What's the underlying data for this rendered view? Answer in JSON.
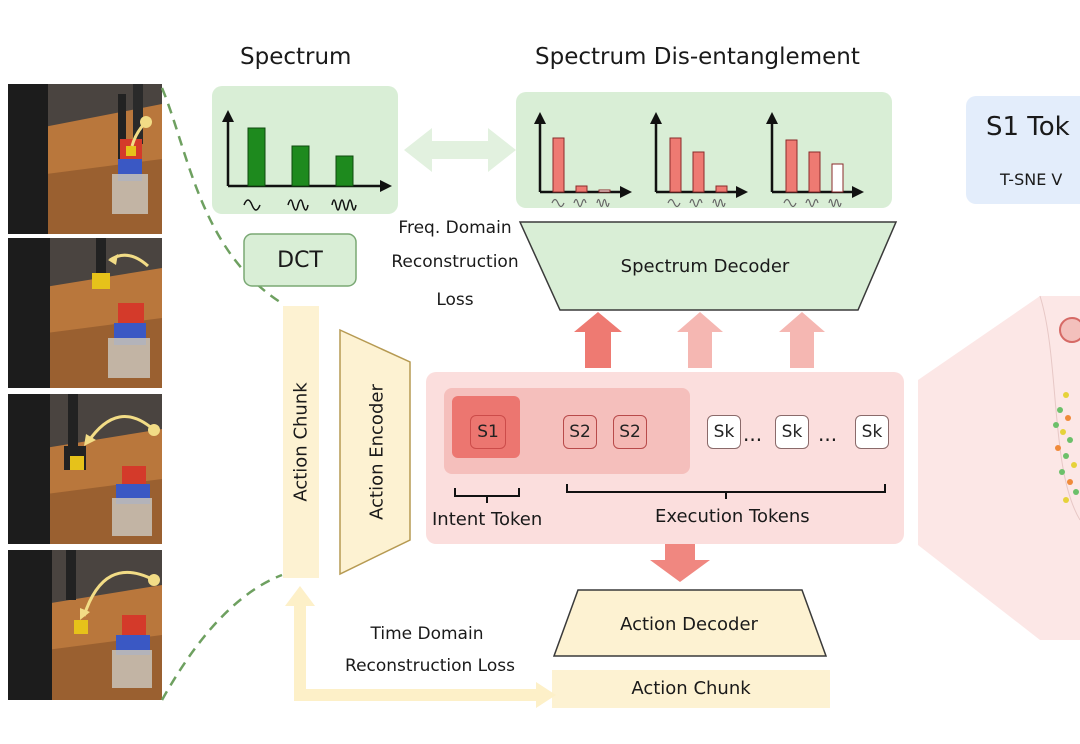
{
  "titles": {
    "spectrum": "Spectrum",
    "disentangle": "Spectrum Dis-entanglement"
  },
  "modules": {
    "dct": "DCT",
    "spectrum_decoder": "Spectrum Decoder",
    "action_encoder": "Action Encoder",
    "action_chunk_vertical": "Action Chunk",
    "action_decoder": "Action Decoder",
    "action_chunk_output": "Action Chunk"
  },
  "losses": {
    "freq": [
      "Freq. Domain",
      "Reconstruction",
      "Loss"
    ],
    "time": [
      "Time Domain",
      "Reconstruction Loss"
    ]
  },
  "tokens": {
    "intent": "S1",
    "execution": [
      "S2",
      "S2",
      "Sk",
      "Sk",
      "Sk"
    ],
    "ellipsis": "...",
    "intent_label": "Intent Token",
    "execution_label": "Execution Tokens"
  },
  "right_panel": {
    "title": "S1 Tok",
    "subtitle": "T-SNE V"
  },
  "colors": {
    "green_panel": "#d9eed6",
    "green_bar": "#1e8a1e",
    "red_bar": "#ee7a72",
    "pink_panel": "#fbdedd",
    "yellow_panel": "#fdf2d2",
    "blue_panel": "#e3edfb"
  }
}
